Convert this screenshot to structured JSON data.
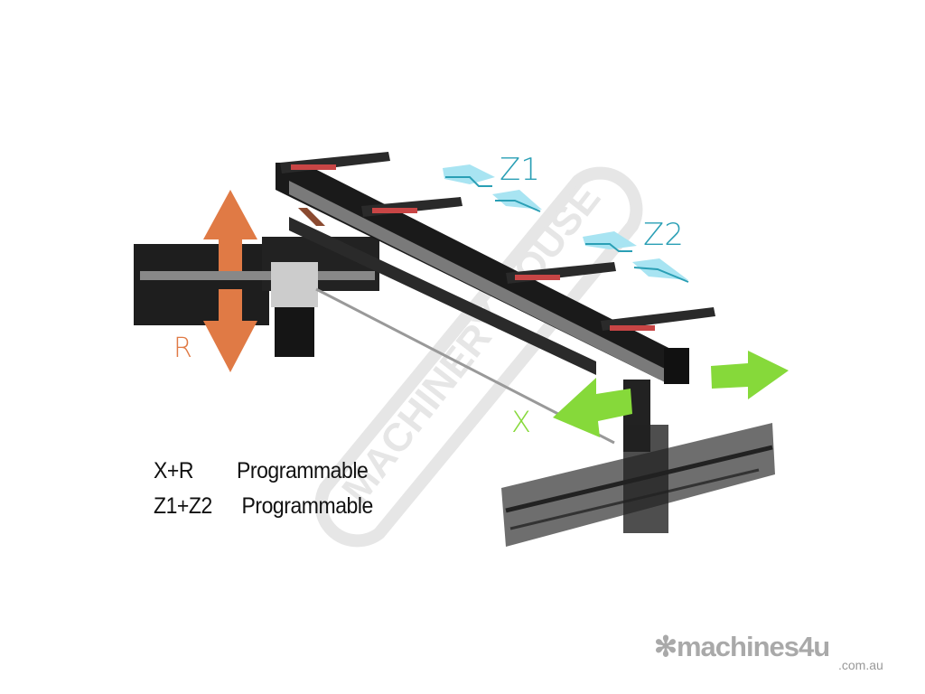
{
  "axis_labels": {
    "z1": "Z1",
    "z2": "Z2",
    "r": "R",
    "x": "X"
  },
  "specs": [
    {
      "axes": "X+R",
      "mode": "Programmable"
    },
    {
      "axes": "Z1+Z2",
      "mode": "Programmable"
    }
  ],
  "watermark": "MACHINERY HOUSE",
  "logo": {
    "name": "machines4u",
    "domain": ".com.au"
  },
  "colors": {
    "z_axis": "#2a9fb5",
    "r_axis": "#e07a45",
    "x_axis": "#86d93a",
    "machine": "#1c1c1c"
  }
}
